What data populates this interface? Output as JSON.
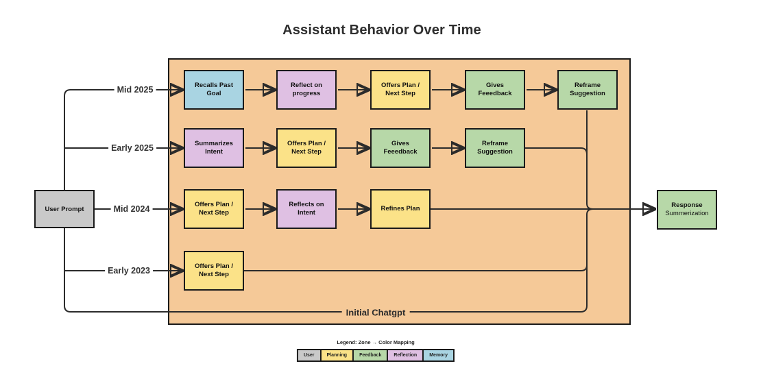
{
  "title": "Assistant Behavior Over Time",
  "colors": {
    "user": "#C9C9C9",
    "planning": "#FBE288",
    "feedback": "#B7D8A8",
    "reflection": "#DFC0E3",
    "memory": "#A9D4E2",
    "zone_bg": "#F5C998",
    "line": "#2b2b2b"
  },
  "user_prompt": {
    "label": "User Prompt"
  },
  "response": {
    "line1": "Response",
    "line2": "Summerization"
  },
  "rows": [
    {
      "label": "Mid 2025",
      "boxes": [
        {
          "text": "Recalls Past\nGoal",
          "zone": "memory"
        },
        {
          "text": "Reflect on\nprogress",
          "zone": "reflection"
        },
        {
          "text": "Offers Plan /\nNext Step",
          "zone": "planning"
        },
        {
          "text": "Gives\nFeeedback",
          "zone": "feedback"
        },
        {
          "text": "Reframe\nSuggestion",
          "zone": "feedback"
        }
      ]
    },
    {
      "label": "Early 2025",
      "boxes": [
        {
          "text": "Summarizes\nIntent",
          "zone": "reflection"
        },
        {
          "text": "Offers Plan /\nNext Step",
          "zone": "planning"
        },
        {
          "text": "Gives\nFeeedback",
          "zone": "feedback"
        },
        {
          "text": "Reframe\nSuggestion",
          "zone": "feedback"
        }
      ]
    },
    {
      "label": "Mid 2024",
      "boxes": [
        {
          "text": "Offers Plan /\nNext Step",
          "zone": "planning"
        },
        {
          "text": "Reflects on\nIntent",
          "zone": "reflection"
        },
        {
          "text": "Refines Plan",
          "zone": "planning"
        }
      ]
    },
    {
      "label": "Early 2023",
      "boxes": [
        {
          "text": "Offers Plan /\nNext Step",
          "zone": "planning"
        }
      ]
    }
  ],
  "initial_label": "Initial Chatgpt",
  "legend": {
    "title": "Legend: Zone → Color Mapping",
    "items": [
      {
        "label": "User",
        "zone": "user"
      },
      {
        "label": "Planning",
        "zone": "planning"
      },
      {
        "label": "Feedback",
        "zone": "feedback"
      },
      {
        "label": "Reflection",
        "zone": "reflection"
      },
      {
        "label": "Memory",
        "zone": "memory"
      }
    ]
  }
}
